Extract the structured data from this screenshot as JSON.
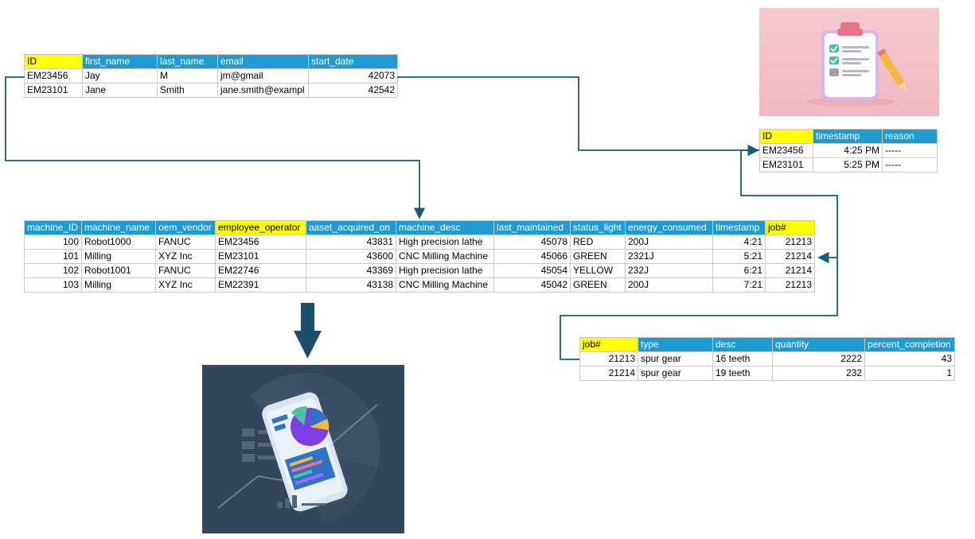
{
  "colors": {
    "header": "#1f9bd1",
    "highlight": "#ffff00",
    "arrow": "#1a5a7a",
    "big_arrow": "#1d4e6b"
  },
  "employees": {
    "columns": [
      {
        "label": "ID",
        "hl": true
      },
      {
        "label": "first_name"
      },
      {
        "label": "last_name"
      },
      {
        "label": "email"
      },
      {
        "label": "start_date"
      }
    ],
    "rows": [
      [
        "EM23456",
        "Jay",
        "M",
        "jm@gmail",
        "42073"
      ],
      [
        "EM23101",
        "Jane",
        "Smith",
        "jane.smith@exampl",
        "42542"
      ]
    ]
  },
  "attendance": {
    "columns": [
      {
        "label": "ID",
        "hl": true
      },
      {
        "label": "timestamp"
      },
      {
        "label": "reason"
      }
    ],
    "rows": [
      [
        "EM23456",
        "4:25 PM",
        "-----"
      ],
      [
        "EM23101",
        "5:25 PM",
        "-----"
      ]
    ]
  },
  "machines": {
    "columns": [
      {
        "label": "machine_ID"
      },
      {
        "label": "machine_name"
      },
      {
        "label": "oem_vendor"
      },
      {
        "label": "employee_operator",
        "hl": true
      },
      {
        "label": "aaset_acquired_on"
      },
      {
        "label": "machine_desc"
      },
      {
        "label": "last_maintained"
      },
      {
        "label": "status_light"
      },
      {
        "label": "energy_consumed"
      },
      {
        "label": "timestamp"
      },
      {
        "label": "job#",
        "hl": true
      }
    ],
    "rows": [
      [
        "100",
        "Robot1000",
        "FANUC",
        "EM23456",
        "43831",
        "High precision lathe",
        "45078",
        "RED",
        "200J",
        "4:21",
        "21213"
      ],
      [
        "101",
        "Milling",
        "XYZ Inc",
        "EM23101",
        "43600",
        "CNC Milling Machine",
        "45066",
        "GREEN",
        "2321J",
        "5:21",
        "21214"
      ],
      [
        "102",
        "Robot1001",
        "FANUC",
        "EM22746",
        "43369",
        "High precision lathe",
        "45054",
        "YELLOW",
        "232J",
        "6:21",
        "21214"
      ],
      [
        "103",
        "Milling",
        "XYZ Inc",
        "EM22391",
        "43138",
        "CNC Milling Machine",
        "45042",
        "GREEN",
        "200J",
        "7:21",
        "21213"
      ]
    ]
  },
  "jobs": {
    "columns": [
      {
        "label": "job#",
        "hl": true
      },
      {
        "label": "type"
      },
      {
        "label": "desc"
      },
      {
        "label": "quantity"
      },
      {
        "label": "percent_completion"
      }
    ],
    "rows": [
      [
        "21213",
        "spur gear",
        "16 teeth",
        "2222",
        "43"
      ],
      [
        "21214",
        "spur gear",
        "19 teeth",
        "232",
        "1"
      ]
    ]
  },
  "images": {
    "clipboard": "clipboard-checklist-illustration",
    "dashboard": "mobile-analytics-dashboard-illustration"
  }
}
